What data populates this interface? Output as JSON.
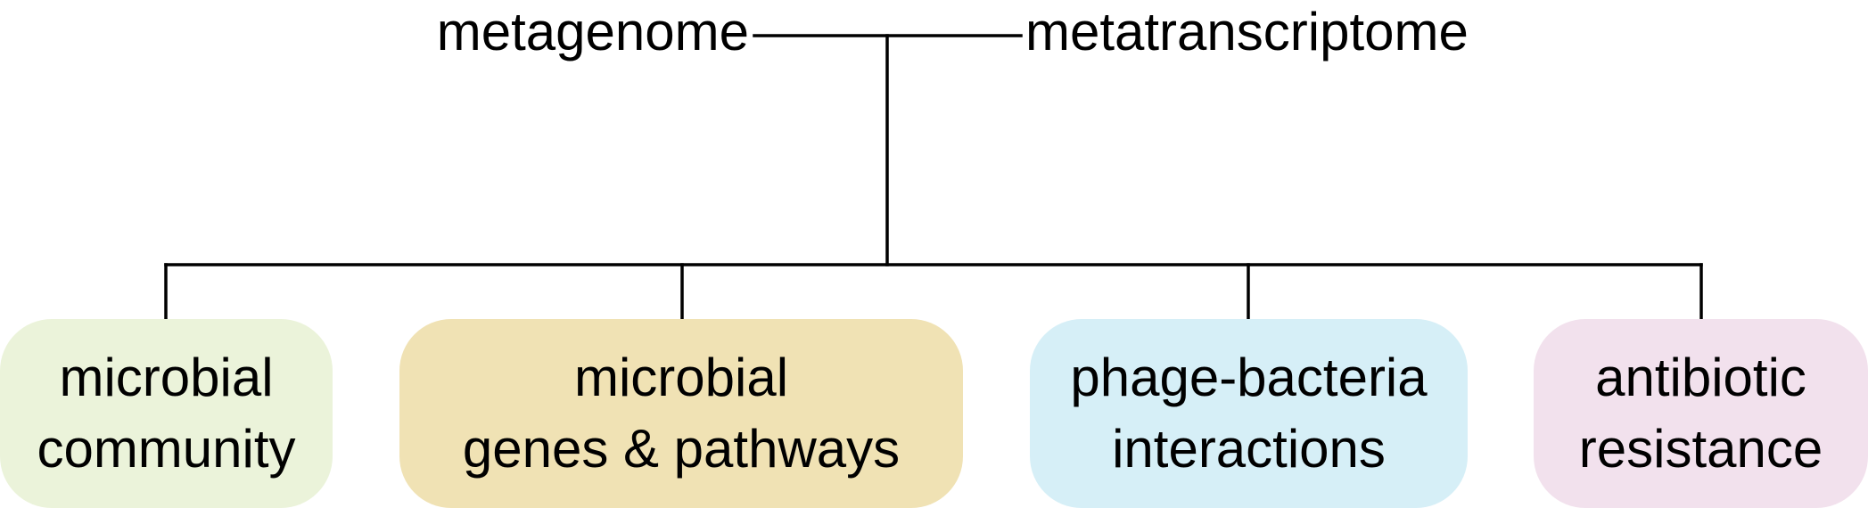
{
  "diagram": {
    "sources": [
      {
        "label": "metagenome"
      },
      {
        "label": "metatranscriptome"
      }
    ],
    "outputs": [
      {
        "line1": "microbial",
        "line2": "community",
        "fill": "#ebf3da"
      },
      {
        "line1": "microbial",
        "line2": "genes & pathways",
        "fill": "#f0e2b4"
      },
      {
        "line1": "phage-bacteria",
        "line2": "interactions",
        "fill": "#d6eff7"
      },
      {
        "line1": "antibiotic",
        "line2": "resistance",
        "fill": "#f2e1ed"
      }
    ],
    "connector_color": "#000000"
  }
}
